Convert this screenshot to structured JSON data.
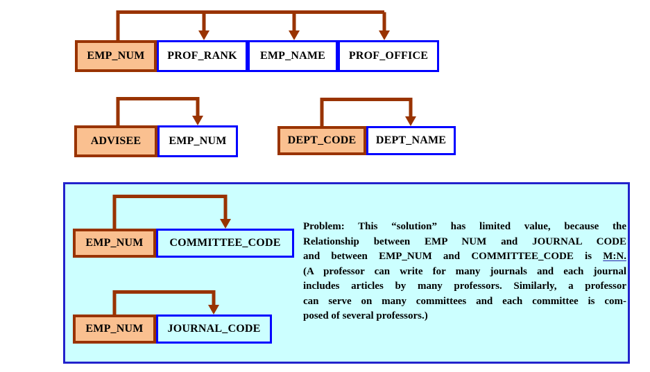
{
  "colors": {
    "determinant_fill": "#FAC090",
    "determinant_border": "#993300",
    "arrow": "#993300",
    "dependent_border": "#0000FF",
    "dependent_fill": "#FFFFFF",
    "panel_fill": "#CCFFFF",
    "panel_border": "#2222CC",
    "text": "#000000"
  },
  "diagram": {
    "prof_fd": {
      "determinant": "EMP_NUM",
      "dependents": [
        "PROF_RANK",
        "EMP_NAME",
        "PROF_OFFICE"
      ]
    },
    "advisee_fd": {
      "determinant": "ADVISEE",
      "dependents": [
        "EMP_NUM"
      ]
    },
    "dept_fd": {
      "determinant": "DEPT_CODE",
      "dependents": [
        "DEPT_NAME"
      ]
    },
    "panel": {
      "committee_fd": {
        "determinant": "EMP_NUM",
        "dependents": [
          "COMMITTEE_CODE"
        ]
      },
      "journal_fd": {
        "determinant": "EMP_NUM",
        "dependents": [
          "JOURNAL_CODE"
        ]
      },
      "note": {
        "line1": "Problem: This “solution” has limited value, because the",
        "line2": "Relationship between EMP NUM and JOURNAL CODE",
        "line3_pre": "and between EMP_NUM and COMMITTEE_CODE is",
        "line3_underlined": "M:N.",
        "line4": "(A professor can write for many journals and each journal",
        "line5": "includes articles by many professors. Similarly, a professor",
        "line6": "can serve on many committees and each committee is com-",
        "line7": "posed of several professors.)"
      }
    }
  }
}
